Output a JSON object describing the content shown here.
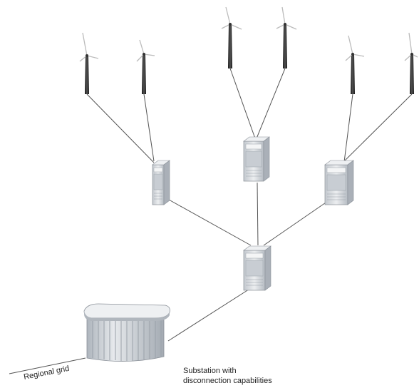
{
  "labels": {
    "regional_grid": "Regional grid",
    "substation_line1": "Substation with",
    "substation_line2": "disconnection capabilities"
  },
  "colors": {
    "line": "#555555",
    "cabinet_fill": "#d9dde2",
    "cabinet_dark": "#9aa1a9",
    "substation_fill": "#c9ced4",
    "substation_top": "#eef0f2",
    "turbine_tower": "#2a2a2a",
    "turbine_blade": "#bfbfbf"
  },
  "icons": {
    "turbine": "wind-turbine-icon",
    "cabinet": "converter-cabinet-icon",
    "substation": "substation-icon"
  }
}
